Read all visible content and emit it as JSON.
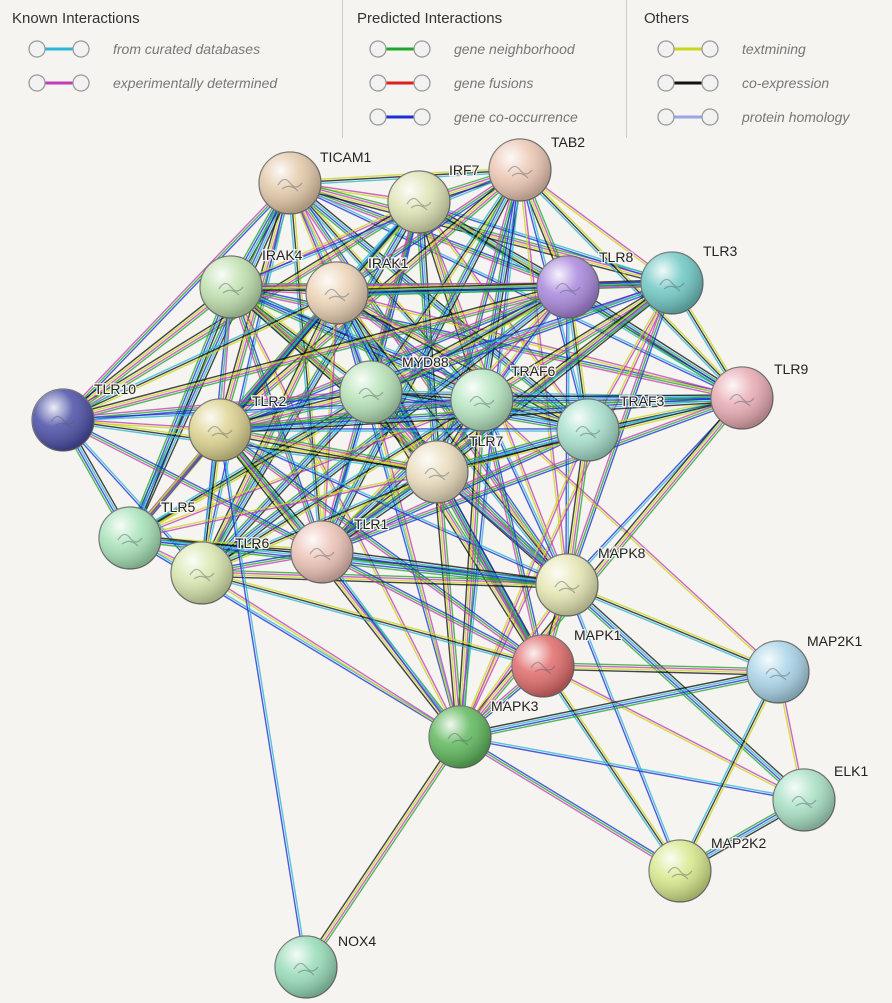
{
  "legend": {
    "groups": [
      {
        "title": "Known Interactions",
        "items": [
          {
            "label": "from curated databases",
            "color": "#2bb6d6"
          },
          {
            "label": "experimentally determined",
            "color": "#c23cb5"
          }
        ]
      },
      {
        "title": "Predicted Interactions",
        "items": [
          {
            "label": "gene neighborhood",
            "color": "#1fa82c"
          },
          {
            "label": "gene fusions",
            "color": "#e02020"
          },
          {
            "label": "gene co-occurrence",
            "color": "#1a2fd6"
          }
        ]
      },
      {
        "title": "Others",
        "items": [
          {
            "label": "textmining",
            "color": "#c9d61a"
          },
          {
            "label": "co-expression",
            "color": "#111111"
          },
          {
            "label": "protein homology",
            "color": "#9aa4e8"
          }
        ]
      }
    ]
  },
  "nodes": [
    {
      "id": "TICAM1",
      "color": "#e3c9a8"
    },
    {
      "id": "IRF7",
      "color": "#dfe4b4"
    },
    {
      "id": "TAB2",
      "color": "#ecc7b3"
    },
    {
      "id": "IRAK4",
      "color": "#bfe0ae"
    },
    {
      "id": "IRAK1",
      "color": "#ecd3b6"
    },
    {
      "id": "TLR8",
      "color": "#a987dc"
    },
    {
      "id": "TLR3",
      "color": "#6fc8c4"
    },
    {
      "id": "MYD88",
      "color": "#b7e3b8"
    },
    {
      "id": "TRAF6",
      "color": "#b6e6c0"
    },
    {
      "id": "TRAF3",
      "color": "#a6e0cc"
    },
    {
      "id": "TLR9",
      "color": "#e7aab2"
    },
    {
      "id": "TLR10",
      "color": "#4a4ea6"
    },
    {
      "id": "TLR2",
      "color": "#dcd28e"
    },
    {
      "id": "TLR7",
      "color": "#eadcbd"
    },
    {
      "id": "TLR5",
      "color": "#a8e3b8"
    },
    {
      "id": "TLR6",
      "color": "#d7e6ad"
    },
    {
      "id": "TLR1",
      "color": "#ecc2b6"
    },
    {
      "id": "MAPK8",
      "color": "#e5e6b2"
    },
    {
      "id": "MAPK1",
      "color": "#e06a6a"
    },
    {
      "id": "MAPK3",
      "color": "#5fb85c"
    },
    {
      "id": "MAP2K1",
      "color": "#a9d4e8"
    },
    {
      "id": "ELK1",
      "color": "#a8e0c4"
    },
    {
      "id": "MAP2K2",
      "color": "#d6e88a"
    },
    {
      "id": "NOX4",
      "color": "#97dcb8"
    }
  ],
  "edges": [
    [
      "TICAM1",
      "IRF7"
    ],
    [
      "TICAM1",
      "TAB2"
    ],
    [
      "TICAM1",
      "IRAK4"
    ],
    [
      "TICAM1",
      "IRAK1"
    ],
    [
      "TICAM1",
      "TLR8"
    ],
    [
      "TICAM1",
      "TLR3"
    ],
    [
      "TICAM1",
      "MYD88"
    ],
    [
      "TICAM1",
      "TRAF6"
    ],
    [
      "TICAM1",
      "TRAF3"
    ],
    [
      "TICAM1",
      "TLR9"
    ],
    [
      "TICAM1",
      "TLR10"
    ],
    [
      "TICAM1",
      "TLR2"
    ],
    [
      "TICAM1",
      "TLR7"
    ],
    [
      "TICAM1",
      "TLR1"
    ],
    [
      "TICAM1",
      "TLR5"
    ],
    [
      "TICAM1",
      "TLR6"
    ],
    [
      "TICAM1",
      "MAPK8"
    ],
    [
      "IRF7",
      "TAB2"
    ],
    [
      "IRF7",
      "IRAK4"
    ],
    [
      "IRF7",
      "IRAK1"
    ],
    [
      "IRF7",
      "TLR8"
    ],
    [
      "IRF7",
      "TLR3"
    ],
    [
      "IRF7",
      "MYD88"
    ],
    [
      "IRF7",
      "TRAF6"
    ],
    [
      "IRF7",
      "TRAF3"
    ],
    [
      "IRF7",
      "TLR9"
    ],
    [
      "IRF7",
      "TLR7"
    ],
    [
      "IRF7",
      "TLR2"
    ],
    [
      "IRF7",
      "TLR1"
    ],
    [
      "IRF7",
      "TLR10"
    ],
    [
      "IRF7",
      "MAPK8"
    ],
    [
      "IRF7",
      "TLR5"
    ],
    [
      "IRF7",
      "TLR6"
    ],
    [
      "TAB2",
      "IRAK4"
    ],
    [
      "TAB2",
      "IRAK1"
    ],
    [
      "TAB2",
      "TLR8"
    ],
    [
      "TAB2",
      "TLR3"
    ],
    [
      "TAB2",
      "MYD88"
    ],
    [
      "TAB2",
      "TRAF6"
    ],
    [
      "TAB2",
      "TRAF3"
    ],
    [
      "TAB2",
      "TLR7"
    ],
    [
      "TAB2",
      "TLR2"
    ],
    [
      "TAB2",
      "MAPK8"
    ],
    [
      "TAB2",
      "TLR9"
    ],
    [
      "TAB2",
      "TLR1"
    ],
    [
      "TAB2",
      "MAPK3"
    ],
    [
      "IRAK4",
      "IRAK1"
    ],
    [
      "IRAK4",
      "TLR8"
    ],
    [
      "IRAK4",
      "TLR3"
    ],
    [
      "IRAK4",
      "MYD88"
    ],
    [
      "IRAK4",
      "TRAF6"
    ],
    [
      "IRAK4",
      "TRAF3"
    ],
    [
      "IRAK4",
      "TLR9"
    ],
    [
      "IRAK4",
      "TLR10"
    ],
    [
      "IRAK4",
      "TLR2"
    ],
    [
      "IRAK4",
      "TLR7"
    ],
    [
      "IRAK4",
      "TLR5"
    ],
    [
      "IRAK4",
      "TLR6"
    ],
    [
      "IRAK4",
      "TLR1"
    ],
    [
      "IRAK4",
      "MAPK8"
    ],
    [
      "IRAK4",
      "MAPK3"
    ],
    [
      "IRAK1",
      "TLR8"
    ],
    [
      "IRAK1",
      "TLR3"
    ],
    [
      "IRAK1",
      "MYD88"
    ],
    [
      "IRAK1",
      "TRAF6"
    ],
    [
      "IRAK1",
      "TRAF3"
    ],
    [
      "IRAK1",
      "TLR9"
    ],
    [
      "IRAK1",
      "TLR10"
    ],
    [
      "IRAK1",
      "TLR2"
    ],
    [
      "IRAK1",
      "TLR7"
    ],
    [
      "IRAK1",
      "TLR5"
    ],
    [
      "IRAK1",
      "TLR6"
    ],
    [
      "IRAK1",
      "TLR1"
    ],
    [
      "IRAK1",
      "MAPK8"
    ],
    [
      "IRAK1",
      "MAPK1"
    ],
    [
      "IRAK1",
      "MAPK3"
    ],
    [
      "TLR8",
      "TLR3"
    ],
    [
      "TLR8",
      "MYD88"
    ],
    [
      "TLR8",
      "TRAF6"
    ],
    [
      "TLR8",
      "TRAF3"
    ],
    [
      "TLR8",
      "TLR9"
    ],
    [
      "TLR8",
      "TLR7"
    ],
    [
      "TLR8",
      "TLR2"
    ],
    [
      "TLR8",
      "TLR10"
    ],
    [
      "TLR8",
      "TLR1"
    ],
    [
      "TLR8",
      "TLR5"
    ],
    [
      "TLR8",
      "TLR6"
    ],
    [
      "TLR8",
      "MAPK8"
    ],
    [
      "TLR3",
      "MYD88"
    ],
    [
      "TLR3",
      "TRAF6"
    ],
    [
      "TLR3",
      "TRAF3"
    ],
    [
      "TLR3",
      "TLR9"
    ],
    [
      "TLR3",
      "TLR7"
    ],
    [
      "TLR3",
      "TLR2"
    ],
    [
      "TLR3",
      "MAPK8"
    ],
    [
      "TLR3",
      "TLR1"
    ],
    [
      "TLR3",
      "MAPK3"
    ],
    [
      "MYD88",
      "TRAF6"
    ],
    [
      "MYD88",
      "TRAF3"
    ],
    [
      "MYD88",
      "TLR9"
    ],
    [
      "MYD88",
      "TLR10"
    ],
    [
      "MYD88",
      "TLR2"
    ],
    [
      "MYD88",
      "TLR7"
    ],
    [
      "MYD88",
      "TLR5"
    ],
    [
      "MYD88",
      "TLR6"
    ],
    [
      "MYD88",
      "TLR1"
    ],
    [
      "MYD88",
      "MAPK8"
    ],
    [
      "MYD88",
      "MAPK1"
    ],
    [
      "MYD88",
      "MAPK3"
    ],
    [
      "TRAF6",
      "TRAF3"
    ],
    [
      "TRAF6",
      "TLR9"
    ],
    [
      "TRAF6",
      "TLR10"
    ],
    [
      "TRAF6",
      "TLR2"
    ],
    [
      "TRAF6",
      "TLR7"
    ],
    [
      "TRAF6",
      "TLR5"
    ],
    [
      "TRAF6",
      "TLR6"
    ],
    [
      "TRAF6",
      "TLR1"
    ],
    [
      "TRAF6",
      "MAPK8"
    ],
    [
      "TRAF6",
      "MAPK1"
    ],
    [
      "TRAF6",
      "MAPK3"
    ],
    [
      "TRAF6",
      "MAP2K1"
    ],
    [
      "TRAF3",
      "TLR9"
    ],
    [
      "TRAF3",
      "TLR7"
    ],
    [
      "TRAF3",
      "TLR2"
    ],
    [
      "TRAF3",
      "TLR1"
    ],
    [
      "TRAF3",
      "MAPK8"
    ],
    [
      "TRAF3",
      "MAPK3"
    ],
    [
      "TLR9",
      "TLR7"
    ],
    [
      "TLR9",
      "TLR2"
    ],
    [
      "TLR9",
      "MAPK8"
    ],
    [
      "TLR9",
      "TLR1"
    ],
    [
      "TLR9",
      "MAPK3"
    ],
    [
      "TLR10",
      "TLR2"
    ],
    [
      "TLR10",
      "TLR7"
    ],
    [
      "TLR10",
      "TLR5"
    ],
    [
      "TLR10",
      "TLR6"
    ],
    [
      "TLR10",
      "TLR1"
    ],
    [
      "TLR2",
      "TLR7"
    ],
    [
      "TLR2",
      "TLR5"
    ],
    [
      "TLR2",
      "TLR6"
    ],
    [
      "TLR2",
      "TLR1"
    ],
    [
      "TLR2",
      "MAPK8"
    ],
    [
      "TLR2",
      "MAPK1"
    ],
    [
      "TLR2",
      "MAPK3"
    ],
    [
      "TLR7",
      "TLR5"
    ],
    [
      "TLR7",
      "TLR6"
    ],
    [
      "TLR7",
      "TLR1"
    ],
    [
      "TLR7",
      "MAPK8"
    ],
    [
      "TLR7",
      "MAPK1"
    ],
    [
      "TLR7",
      "MAPK3"
    ],
    [
      "TLR5",
      "TLR6"
    ],
    [
      "TLR5",
      "TLR1"
    ],
    [
      "TLR5",
      "MAPK8"
    ],
    [
      "TLR5",
      "MAPK3"
    ],
    [
      "TLR6",
      "TLR1"
    ],
    [
      "TLR6",
      "MAPK8"
    ],
    [
      "TLR6",
      "MAPK3"
    ],
    [
      "TLR6",
      "MAPK1"
    ],
    [
      "TLR1",
      "MAPK8"
    ],
    [
      "TLR1",
      "MAPK3"
    ],
    [
      "TLR1",
      "MAPK1"
    ],
    [
      "MAPK8",
      "MAPK1"
    ],
    [
      "MAPK8",
      "MAPK3"
    ],
    [
      "MAPK8",
      "MAP2K1"
    ],
    [
      "MAPK8",
      "ELK1"
    ],
    [
      "MAPK8",
      "MAP2K2"
    ],
    [
      "MAPK1",
      "MAPK3"
    ],
    [
      "MAPK1",
      "MAP2K1"
    ],
    [
      "MAPK1",
      "ELK1"
    ],
    [
      "MAPK1",
      "MAP2K2"
    ],
    [
      "MAPK3",
      "MAP2K1"
    ],
    [
      "MAPK3",
      "ELK1"
    ],
    [
      "MAPK3",
      "MAP2K2"
    ],
    [
      "MAPK3",
      "NOX4"
    ],
    [
      "MAP2K1",
      "ELK1"
    ],
    [
      "MAP2K1",
      "MAP2K2"
    ],
    [
      "ELK1",
      "MAP2K2"
    ],
    [
      "TLR2",
      "NOX4"
    ]
  ]
}
